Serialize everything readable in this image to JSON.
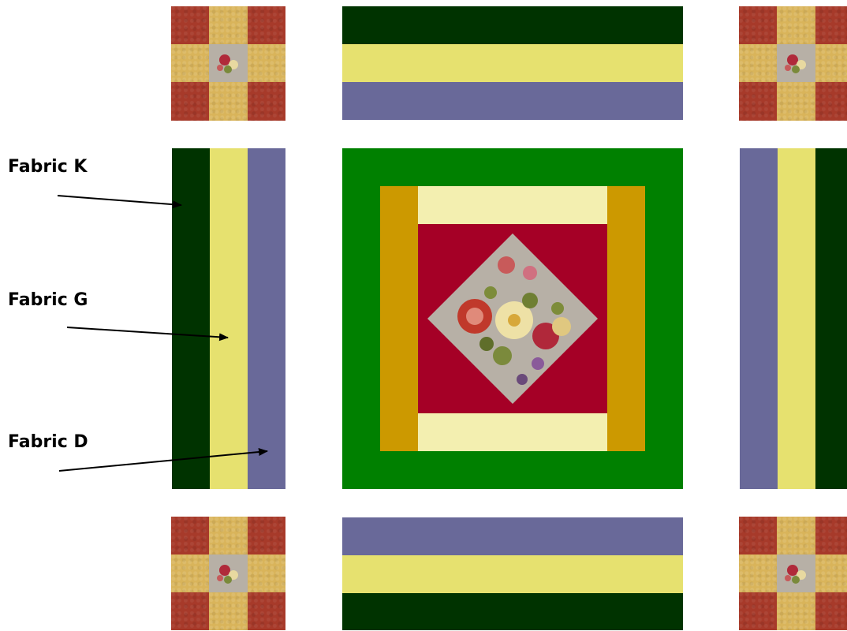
{
  "labels": {
    "fabric_k": "Fabric K",
    "fabric_g": "Fabric G",
    "fabric_d": "Fabric D"
  },
  "colors": {
    "dark_green": "#003300",
    "yellow": "#e6e16f",
    "periwinkle": "#696999",
    "bright_green": "#008000",
    "mustard": "#cc9900",
    "cream": "#f3efb0",
    "crimson": "#a50026",
    "floral_gray": "#b7b0a6",
    "rust": "#a73a2a",
    "gold": "#d9b45a"
  }
}
